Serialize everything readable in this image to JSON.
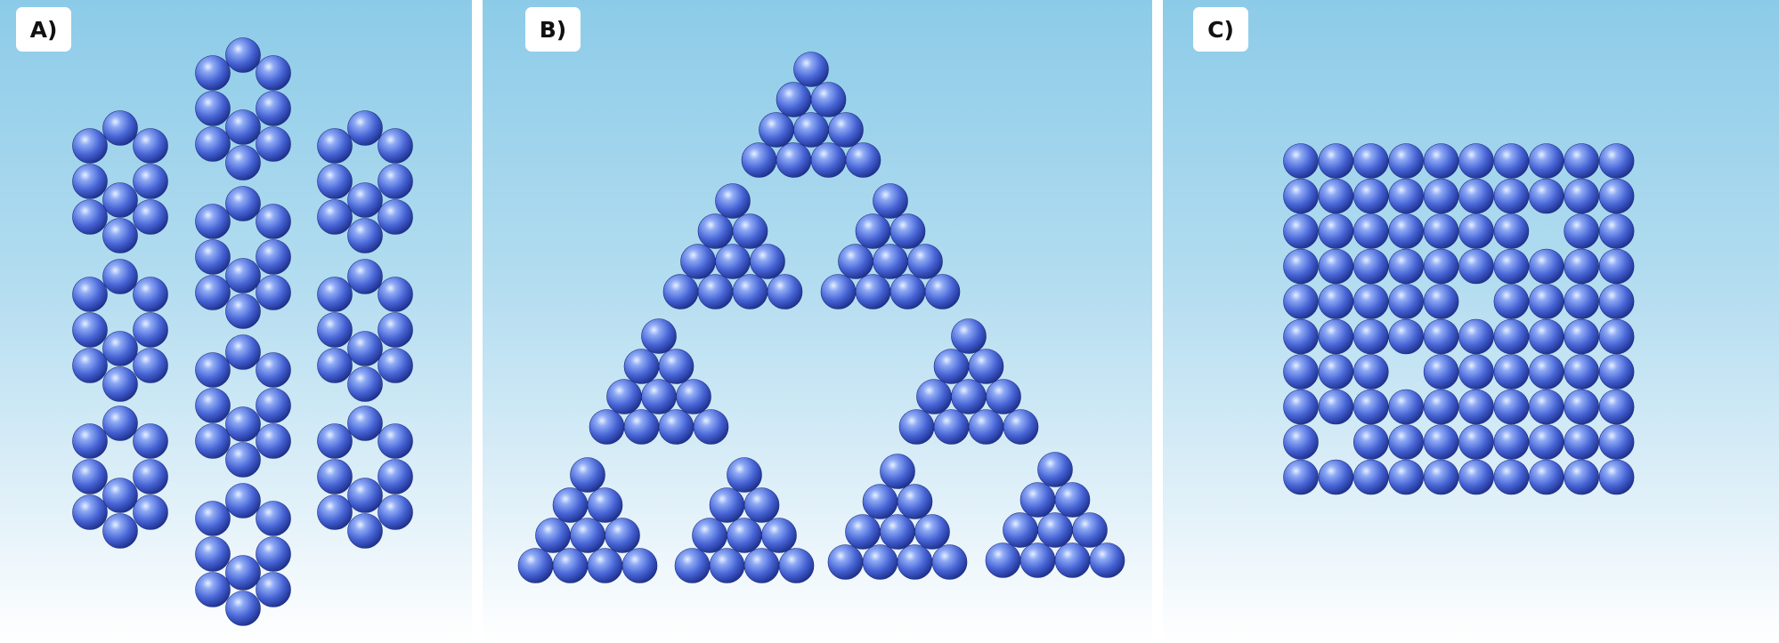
{
  "panels": [
    {
      "id": "a",
      "label": "A)",
      "description_shape": "hexagonal-ring-chains",
      "columns": [
        3,
        4,
        3
      ],
      "rings_per_column": [
        3,
        4,
        3
      ]
    },
    {
      "id": "b",
      "label": "B)",
      "description_shape": "fractal-triangle",
      "small_triangles": 9,
      "spheres_per_triangle": 10
    },
    {
      "id": "c",
      "label": "C)",
      "description_shape": "square-lattice-with-vacancies",
      "rows": 10,
      "cols": 10,
      "vacancies": [
        [
          2,
          7
        ],
        [
          4,
          5
        ],
        [
          6,
          3
        ],
        [
          8,
          1
        ]
      ]
    }
  ],
  "colors": {
    "sphere_light": "#bcd0ff",
    "sphere_mid": "#5877e0",
    "sphere_dark": "#1e3396",
    "background_top": "#8ccbe8",
    "background_bottom": "#ffffff"
  }
}
